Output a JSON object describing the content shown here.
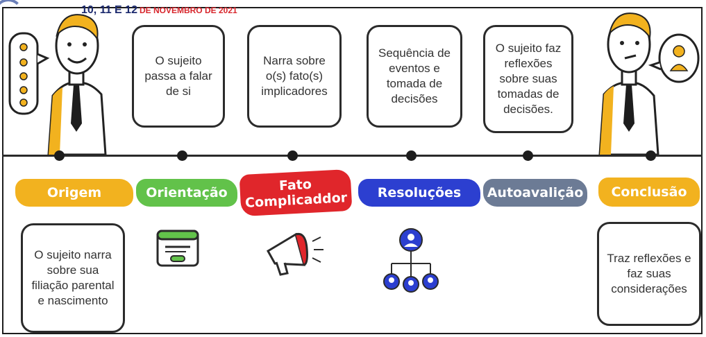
{
  "header": {
    "date_main": "10, 11 E 12",
    "date_sub": "DE NOVEMBRO DE 2021"
  },
  "colors": {
    "origem": "#f2b21f",
    "orientacao": "#62c24a",
    "fato": "#e0262b",
    "resolucoes": "#2c3fd0",
    "autoavaliacao": "#6c7b95",
    "conclusao": "#f2b21f"
  },
  "top_boxes": {
    "orientacao": "O sujeito passa a falar de si",
    "fato": "Narra sobre o(s) fato(s) implicadores",
    "resolucoes": "Sequência de eventos e tomada de decisões",
    "autoavaliacao": "O sujeito faz reflexões sobre suas tomadas de decisões."
  },
  "stages": {
    "origem": "Origem",
    "orientacao": "Orientação",
    "fato": "Fato Complicaddor",
    "resolucoes": "Resoluções",
    "autoavaliacao": "Autoavalição",
    "conclusao": "Conclusão"
  },
  "bottom_boxes": {
    "origem": "O sujeito narra sobre sua filiação parental e nascimento",
    "conclusao": "Traz reflexões e faz suas considerações"
  }
}
